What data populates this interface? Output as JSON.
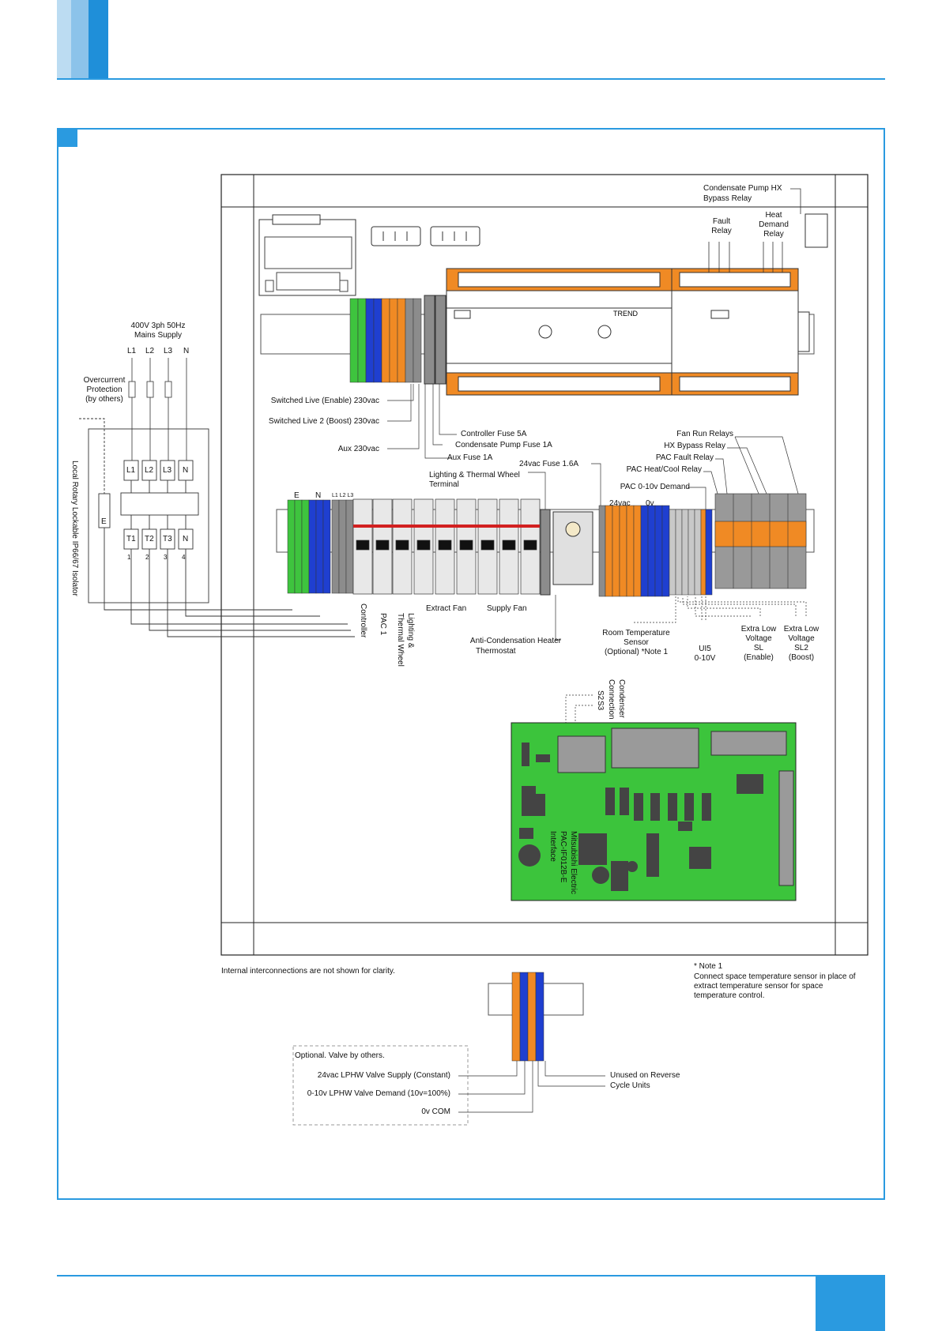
{
  "labels": {
    "condensate_pump_hx": "Condensate Pump HX",
    "bypass_relay": "Bypass Relay",
    "fault": "Fault",
    "relay": "Relay",
    "heat": "Heat",
    "demand": "Demand",
    "relay2": "Relay",
    "mains_1": "400V 3ph 50Hz",
    "mains_2": "Mains Supply",
    "l1": "L1",
    "l2": "L2",
    "l3": "L3",
    "n": "N",
    "oc_1": "Overcurrent",
    "oc_2": "Protection",
    "oc_3": "(by others)",
    "switched_live_enable": "Switched Live (Enable) 230vac",
    "switched_live_boost": "Switched Live 2 (Boost) 230vac",
    "aux_230": "Aux 230vac",
    "controller_fuse": "Controller Fuse 5A",
    "condensate_pump_fuse": "Condensate Pump Fuse 1A",
    "aux_fuse": "Aux Fuse 1A",
    "fan_run_relays": "Fan Run Relays",
    "hx_bypass_relay": "HX Bypass Relay",
    "pac_fault_relay": "PAC Fault Relay",
    "pac_heat_cool_relay": "PAC Heat/Cool Relay",
    "pac_010_demand": "PAC 0-10v Demand",
    "fuse_24vac": "24vac Fuse 1.6A",
    "lighting_tw_terminal_1": "Lighting & Thermal Wheel",
    "lighting_tw_terminal_2": "Terminal",
    "isolator": "Local Rotary Lockable IP66/67 Isolator",
    "t1": "T1",
    "t2": "T2",
    "t3": "T3",
    "tn": "N",
    "n1": "1",
    "n2": "2",
    "n3": "3",
    "n4": "4",
    "e_box": "E",
    "term_e": "E",
    "term_n": "N",
    "term_l": "L1 L2 L3",
    "v24": "24vac",
    "v0": "0v",
    "controller": "Controller",
    "pac1": "PAC 1",
    "lighting_tw_1": "Lighting &",
    "lighting_tw_2": "Thermal Wheel",
    "extract_fan": "Extract Fan",
    "supply_fan": "Supply Fan",
    "anti_cond_1": "Anti-Condensation Heater",
    "anti_cond_2": "Thermostat",
    "room_temp_1": "Room Temperature",
    "room_temp_2": "Sensor",
    "room_temp_3": "(Optional) *Note 1",
    "ui5_1": "UI5",
    "ui5_2": "0-10V",
    "elv_sl_1": "Extra Low",
    "elv_sl_2": "Voltage",
    "elv_sl_3": "SL",
    "elv_sl_4": "(Enable)",
    "elv_sl2_1": "Extra Low",
    "elv_sl2_2": "Voltage",
    "elv_sl2_3": "SL2",
    "elv_sl2_4": "(Boost)",
    "condenser_1": "Condenser",
    "condenser_2": "Connection",
    "s2": "S2",
    "s3": "S3",
    "mitsu_1": "Mitsubishi Electric",
    "mitsu_2": "PAC-IF012B-E",
    "mitsu_3": "Interface",
    "internal_note": "Internal interconnections are not shown for clarity.",
    "note1_title": "* Note 1",
    "note1_1": "Connect space temperature sensor in place of",
    "note1_2": "extract temperature sensor for space",
    "note1_3": "temperature control.",
    "optional_valve": "Optional. Valve by others.",
    "lphw_supply": "24vac LPHW Valve Supply (Constant)",
    "lphw_demand": "0-10v LPHW Valve Demand (10v=100%)",
    "ov_com": "0v COM",
    "unused_reverse": "Unused on Reverse",
    "cycle_units": "Cycle Units",
    "trend": "TREND"
  },
  "colors": {
    "accent": "#2a9ae0",
    "terminal_green": "#3ec43e",
    "terminal_blue": "#1f3fd0",
    "terminal_orange": "#f08a24",
    "terminal_grey": "#8c8c8c",
    "pcb_green": "#3cc43c",
    "mcb_red": "#d22020"
  }
}
